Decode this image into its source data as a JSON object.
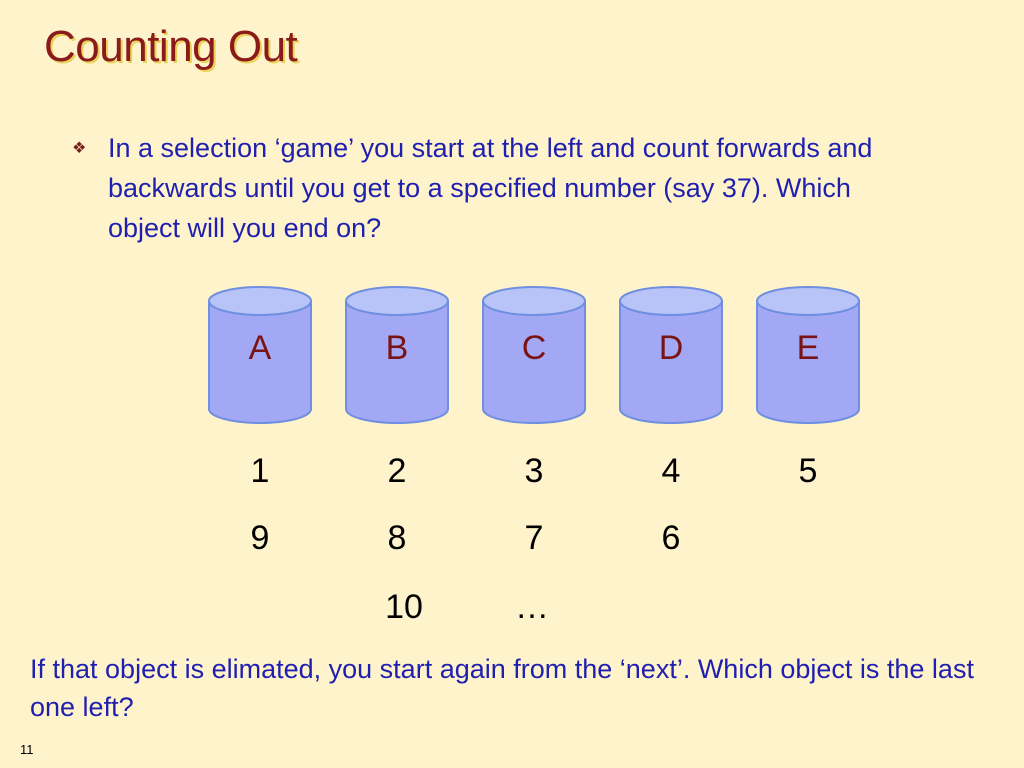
{
  "slide": {
    "title": "Counting Out",
    "bullet": "In a selection ‘game’ you start at the left and count forwards and backwards until you get to a specified number (say 37). Which object will you end on?",
    "bottom": "If that object is elimated, you start again from the ‘next’. Which object is the last one left?",
    "page_number": "11"
  },
  "objects": [
    "A",
    "B",
    "C",
    "D",
    "E"
  ],
  "counts": {
    "row1": [
      "1",
      "2",
      "3",
      "4",
      "5"
    ],
    "row2": [
      "9",
      "8",
      "7",
      "6"
    ],
    "row3": [
      "10",
      "…"
    ]
  },
  "colors": {
    "background": "#fff3cc",
    "title": "#8b1a1a",
    "body_text": "#1f1fb0",
    "cylinder_fill": "#a3a8f5",
    "cylinder_top": "#b8c4f7",
    "cylinder_stroke": "#6f8fe0",
    "cylinder_label": "#7a1414"
  },
  "icons": {
    "bullet": "diamond-bullet-icon"
  }
}
